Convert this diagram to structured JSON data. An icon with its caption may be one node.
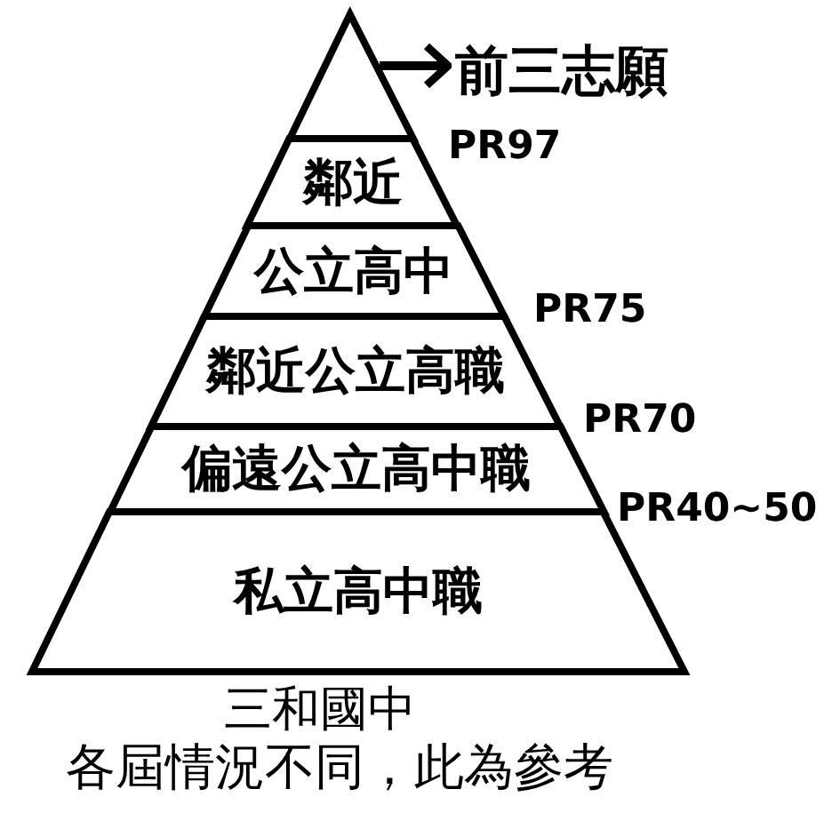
{
  "diagram": {
    "nodes": [
      {
        "text": [],
        "shape": "triangle"
      },
      {
        "text": [
          "前三志願"
        ]
      },
      {
        "text": [
          "鄰近"
        ]
      },
      {
        "text": [
          "公立高中"
        ]
      },
      {
        "text": [
          "鄰近公立高職"
        ]
      },
      {
        "text": [
          "偏遠公立高中職"
        ]
      },
      {
        "text": [
          "私立高中職"
        ]
      }
    ],
    "edges": [
      {
        "from": 0,
        "to": 1,
        "arrow": "to"
      }
    ],
    "labels": [
      "PR97",
      "PR75",
      "PR70",
      "PR40~50",
      "三和國中",
      "各屆情況不同，此為參考"
    ]
  }
}
